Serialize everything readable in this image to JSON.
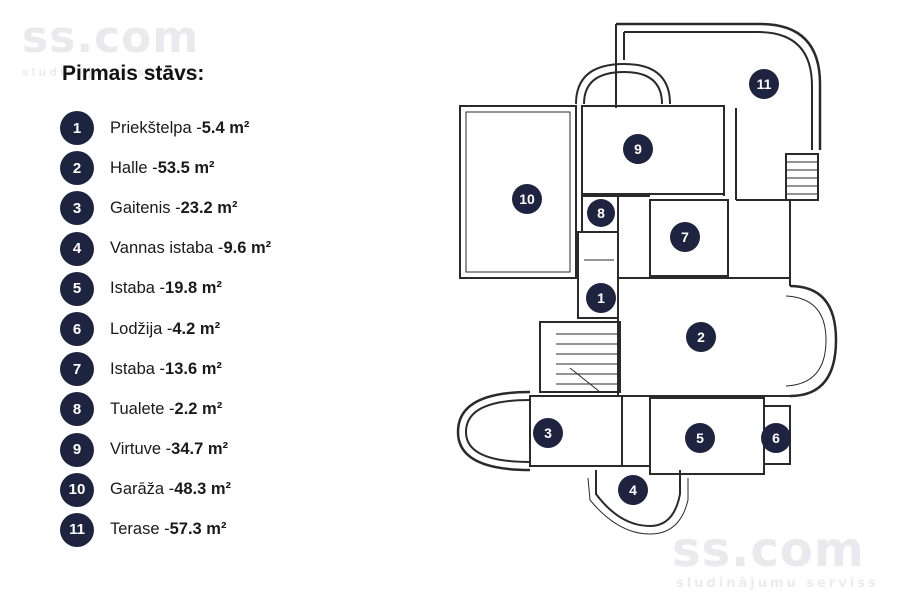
{
  "watermark": {
    "top": "ss.com",
    "top_sub": "sludinājumu serviss",
    "bottom": "ss.com",
    "bottom_sub": "sludinājumu serviss"
  },
  "title": "Pirmais stāvs:",
  "rooms": [
    {
      "num": "1",
      "name": "Priekštelpa - ",
      "area": "5.4 m²"
    },
    {
      "num": "2",
      "name": "Halle - ",
      "area": "53.5 m²"
    },
    {
      "num": "3",
      "name": "Gaitenis - ",
      "area": "23.2 m²"
    },
    {
      "num": "4",
      "name": "Vannas istaba - ",
      "area": "9.6 m²"
    },
    {
      "num": "5",
      "name": "Istaba - ",
      "area": "19.8 m²"
    },
    {
      "num": "6",
      "name": "Lodžija - ",
      "area": "4.2 m²"
    },
    {
      "num": "7",
      "name": "Istaba - ",
      "area": "13.6 m²"
    },
    {
      "num": "8",
      "name": "Tualete - ",
      "area": "2.2 m²"
    },
    {
      "num": "9",
      "name": "Virtuve - ",
      "area": "34.7 m²"
    },
    {
      "num": "10",
      "name": "Garāža - ",
      "area": "48.3 m²"
    },
    {
      "num": "11",
      "name": "Terase - ",
      "area": "57.3 m²"
    }
  ],
  "colors": {
    "marker": "#1e2340",
    "text": "#1a1a1a",
    "watermark": "#e9e9ee"
  }
}
